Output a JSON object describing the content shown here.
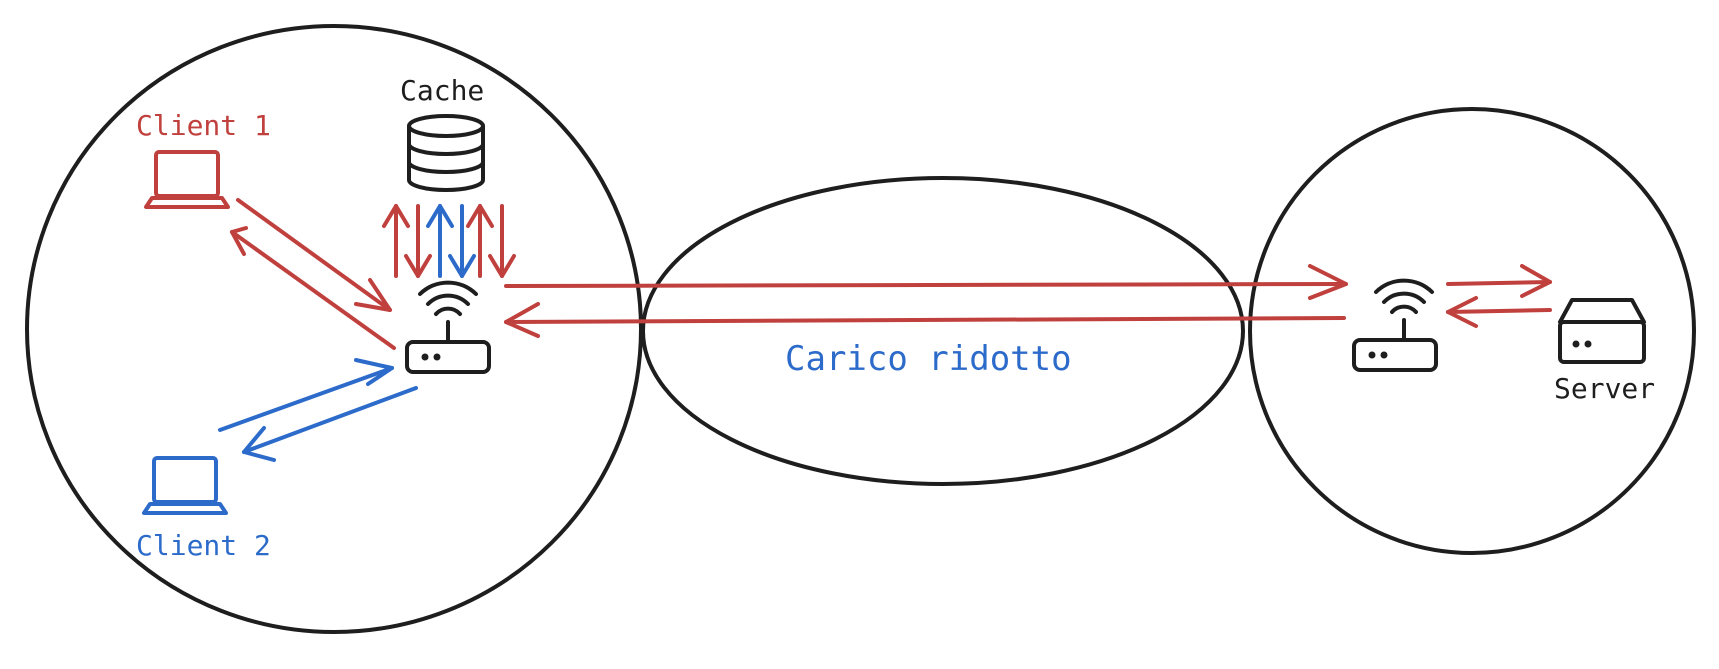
{
  "labels": {
    "client1": "Client 1",
    "client2": "Client 2",
    "cache": "Cache",
    "server": "Server",
    "reduced_load": "Carico ridotto"
  },
  "colors": {
    "red": "#c0403d",
    "blue": "#2d6bcb",
    "black": "#1e1e1e"
  },
  "icons": [
    "laptop-icon",
    "laptop-icon",
    "database-icon",
    "router-icon",
    "router-icon",
    "server-icon"
  ]
}
